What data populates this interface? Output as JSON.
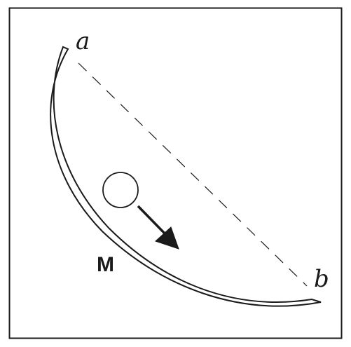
{
  "labels": {
    "point_a": "a",
    "point_b": "b",
    "body": "M"
  },
  "colors": {
    "line": "#1a1a1a",
    "background": "#ffffff"
  }
}
